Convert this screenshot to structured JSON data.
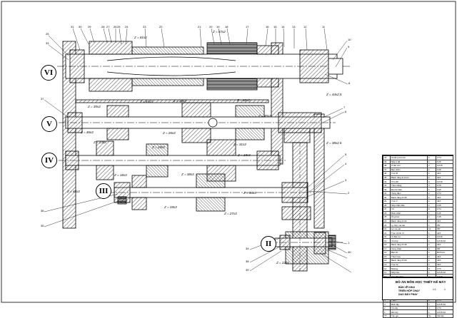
{
  "shaft_labels": [
    "VI",
    "V",
    "IV",
    "III",
    "II"
  ],
  "gear_labels": [
    "Z = 61x2",
    "Z = 47x2",
    "Z = 35x3",
    "Z = 61x3",
    "Z = 42x3",
    "Z = 36x3",
    "Z = 45x3",
    "Z = 26x3",
    "Z = 46x3",
    "Z = 29x3",
    "Z = 31x3",
    "Z = 23x3",
    "Z = 38x3",
    "Z = 16x3",
    "Z = 48x3",
    "Z = 34x3",
    "Z = 19x3",
    "Z = 27x3",
    "Z = 18x3",
    "Z = 44x2,5",
    "Z = 22x3",
    "Z = 38x2,5"
  ],
  "callouts": [
    "25",
    "33",
    "31",
    "30",
    "29",
    "28",
    "27",
    "26",
    "25",
    "24",
    "23",
    "22",
    "21",
    "20",
    "19",
    "18",
    "17",
    "16",
    "15",
    "14",
    "13",
    "12",
    "11",
    "10",
    "9",
    "8",
    "7",
    "6",
    "5",
    "4",
    "3",
    "2",
    "1",
    "37",
    "36",
    "35",
    "34",
    "38",
    "39",
    "40"
  ],
  "bom": {
    "rows": [
      [
        "40",
        "Gioăng làm kín",
        "1",
        "CT3"
      ],
      [
        "39",
        "Nắp ổ đỡ",
        "1",
        "C35"
      ],
      [
        "38",
        "Ổ lăn côn",
        "2",
        "GX15"
      ],
      [
        "37",
        "Bạc chặn",
        "1",
        "C45"
      ],
      [
        "36",
        "Trục III",
        "1",
        "40X"
      ],
      [
        "35",
        "Bánh răng di trượt",
        "1",
        "40X"
      ],
      [
        "34",
        "Ổ bi đỡ",
        "2",
        "GX15"
      ],
      [
        "33",
        "Then bằng",
        "3",
        "CT5"
      ],
      [
        "32",
        "Đai ốc hãm",
        "1",
        "C45"
      ],
      [
        "31",
        "Vòng đệm",
        "2",
        "CT3"
      ],
      [
        "30",
        "Bánh răng Z=36",
        "1",
        "40X"
      ],
      [
        "29",
        "Trục V",
        "1",
        "40X"
      ],
      [
        "28",
        "Nắp chắn dầu",
        "1",
        "C35"
      ],
      [
        "27",
        "Vít",
        "6",
        "CT3"
      ],
      [
        "26",
        "Bích chặn",
        "1",
        "C45"
      ],
      [
        "25",
        "Ống bạc",
        "1",
        "C45"
      ],
      [
        "24",
        "Bánh răng Z=42",
        "1",
        "40X"
      ],
      [
        "23",
        "Ly hợp ma sát",
        "1",
        "65Г"
      ],
      [
        "22",
        "Lá ma sát",
        "12",
        "65Г"
      ],
      [
        "21",
        "Trục chính VI",
        "1",
        "40X"
      ],
      [
        "20",
        "Ổ đũa trụ",
        "1",
        "GX15"
      ],
      [
        "19",
        "Vỏ hộp",
        "1",
        "GX15-32"
      ],
      [
        "18",
        "Bánh răng Z=48",
        "1",
        "40X"
      ],
      [
        "17",
        "Vòng chặn",
        "2",
        "65Г"
      ],
      [
        "16",
        "Bạc lót",
        "1",
        "BrOCuC"
      ],
      [
        "15",
        "Then hoa",
        "1",
        "40X"
      ],
      [
        "14",
        "Bánh răng Z=26",
        "1",
        "40X"
      ],
      [
        "13",
        "Trục IV",
        "1",
        "40X"
      ],
      [
        "12",
        "Bulông",
        "8",
        "CT3"
      ],
      [
        "11",
        "Nắp hộp",
        "1",
        "GX15-32"
      ],
      [
        "10",
        "Ổ bi đỡ chặn",
        "2",
        "GX15"
      ],
      [
        "9",
        "Bánh răng Z=44",
        "1",
        "40X"
      ],
      [
        "8",
        "Trục II",
        "1",
        "40X"
      ],
      [
        "7",
        "Đai ốc",
        "2",
        "CT3"
      ],
      [
        "6",
        "Vòng đệm vênh",
        "2",
        "65Г"
      ],
      [
        "5",
        "Bánh răng Z=22",
        "1",
        "40X"
      ],
      [
        "4",
        "Then",
        "2",
        "CT5"
      ],
      [
        "3",
        "Bích lắp",
        "1",
        "GX15-32"
      ],
      [
        "2",
        "Vít cấy",
        "4",
        "CT3"
      ],
      [
        "1",
        "Đế hộp",
        "1",
        "GX15-32"
      ],
      [
        "TT",
        "Tên gọi",
        "SL",
        "Vật liệu"
      ]
    ]
  },
  "title_block": {
    "school": "ĐỒ ÁN MÔN HỌC THIẾT KẾ MÁY",
    "drawing_title_1": "BẢN VẼ KHAI",
    "drawing_title_2": "TRIỂN HỘP CHẠY",
    "drawing_title_3": "DAO MÁY PHAY",
    "scale": "1:1",
    "sheet": "1"
  }
}
